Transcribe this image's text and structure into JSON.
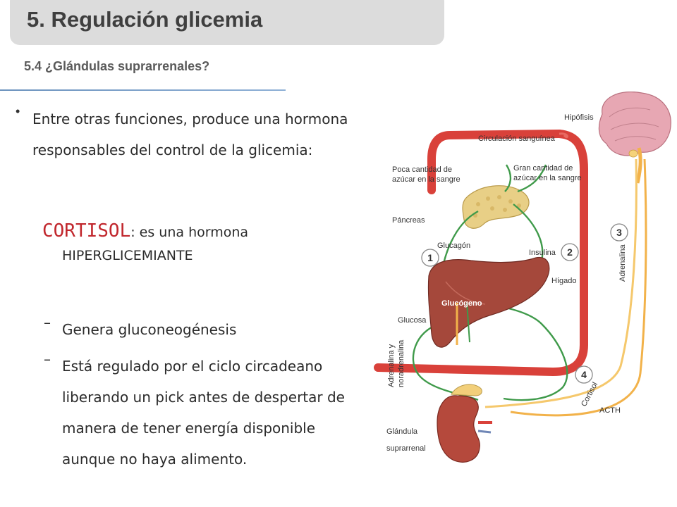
{
  "header": {
    "title": "5. Regulación glicemia",
    "subtitle": "5.4 ¿Glándulas suprarrenales?"
  },
  "content": {
    "bullet": "Entre otras funciones, produce una hormona responsables del control de la glicemia:",
    "cortisol_name": "CORTISOL",
    "cortisol_rest": ": es una hormona",
    "cortisol_line2": "HIPERGLICEMIANTE",
    "sub_items": [
      "Genera gluconeogénesis",
      "Está regulado por el ciclo circadeano liberando un pick antes de despertar de manera de tener energía disponible aunque no haya alimento."
    ],
    "dash": "–",
    "bullet_mark": "•"
  },
  "diagram": {
    "labels": {
      "hipofisis": "Hipófisis",
      "circulacion": "Circulación sanguínea",
      "poca_1": "Poca cantidad de",
      "poca_2": "azúcar en la sangre",
      "gran_1": "Gran cantidad de",
      "gran_2": "azúcar en la sangre",
      "pancreas": "Páncreas",
      "glucagon": "Glucagón",
      "insulina": "Insulina",
      "higado": "Hígado",
      "glucogeno": "Glucógeno",
      "glucosa": "Glucosa",
      "adrenalina_y": "Adrenalina y",
      "noradrenalina": "noradrenalina",
      "adrenalina": "Adrenalina",
      "cortisol": "Cortisol",
      "acth": "ACTH",
      "glandula_1": "Glándula",
      "glandula_2": "suprarrenal"
    },
    "numbers": [
      "1",
      "2",
      "3",
      "4"
    ],
    "colors": {
      "vessel": "#d9413a",
      "nerve": "#f2b24a",
      "green_path": "#3f9a4a",
      "liver": "#a5483b",
      "pancreas": "#e8cf86",
      "kidney": "#b5493c",
      "brain": "#e7a7b3"
    }
  }
}
